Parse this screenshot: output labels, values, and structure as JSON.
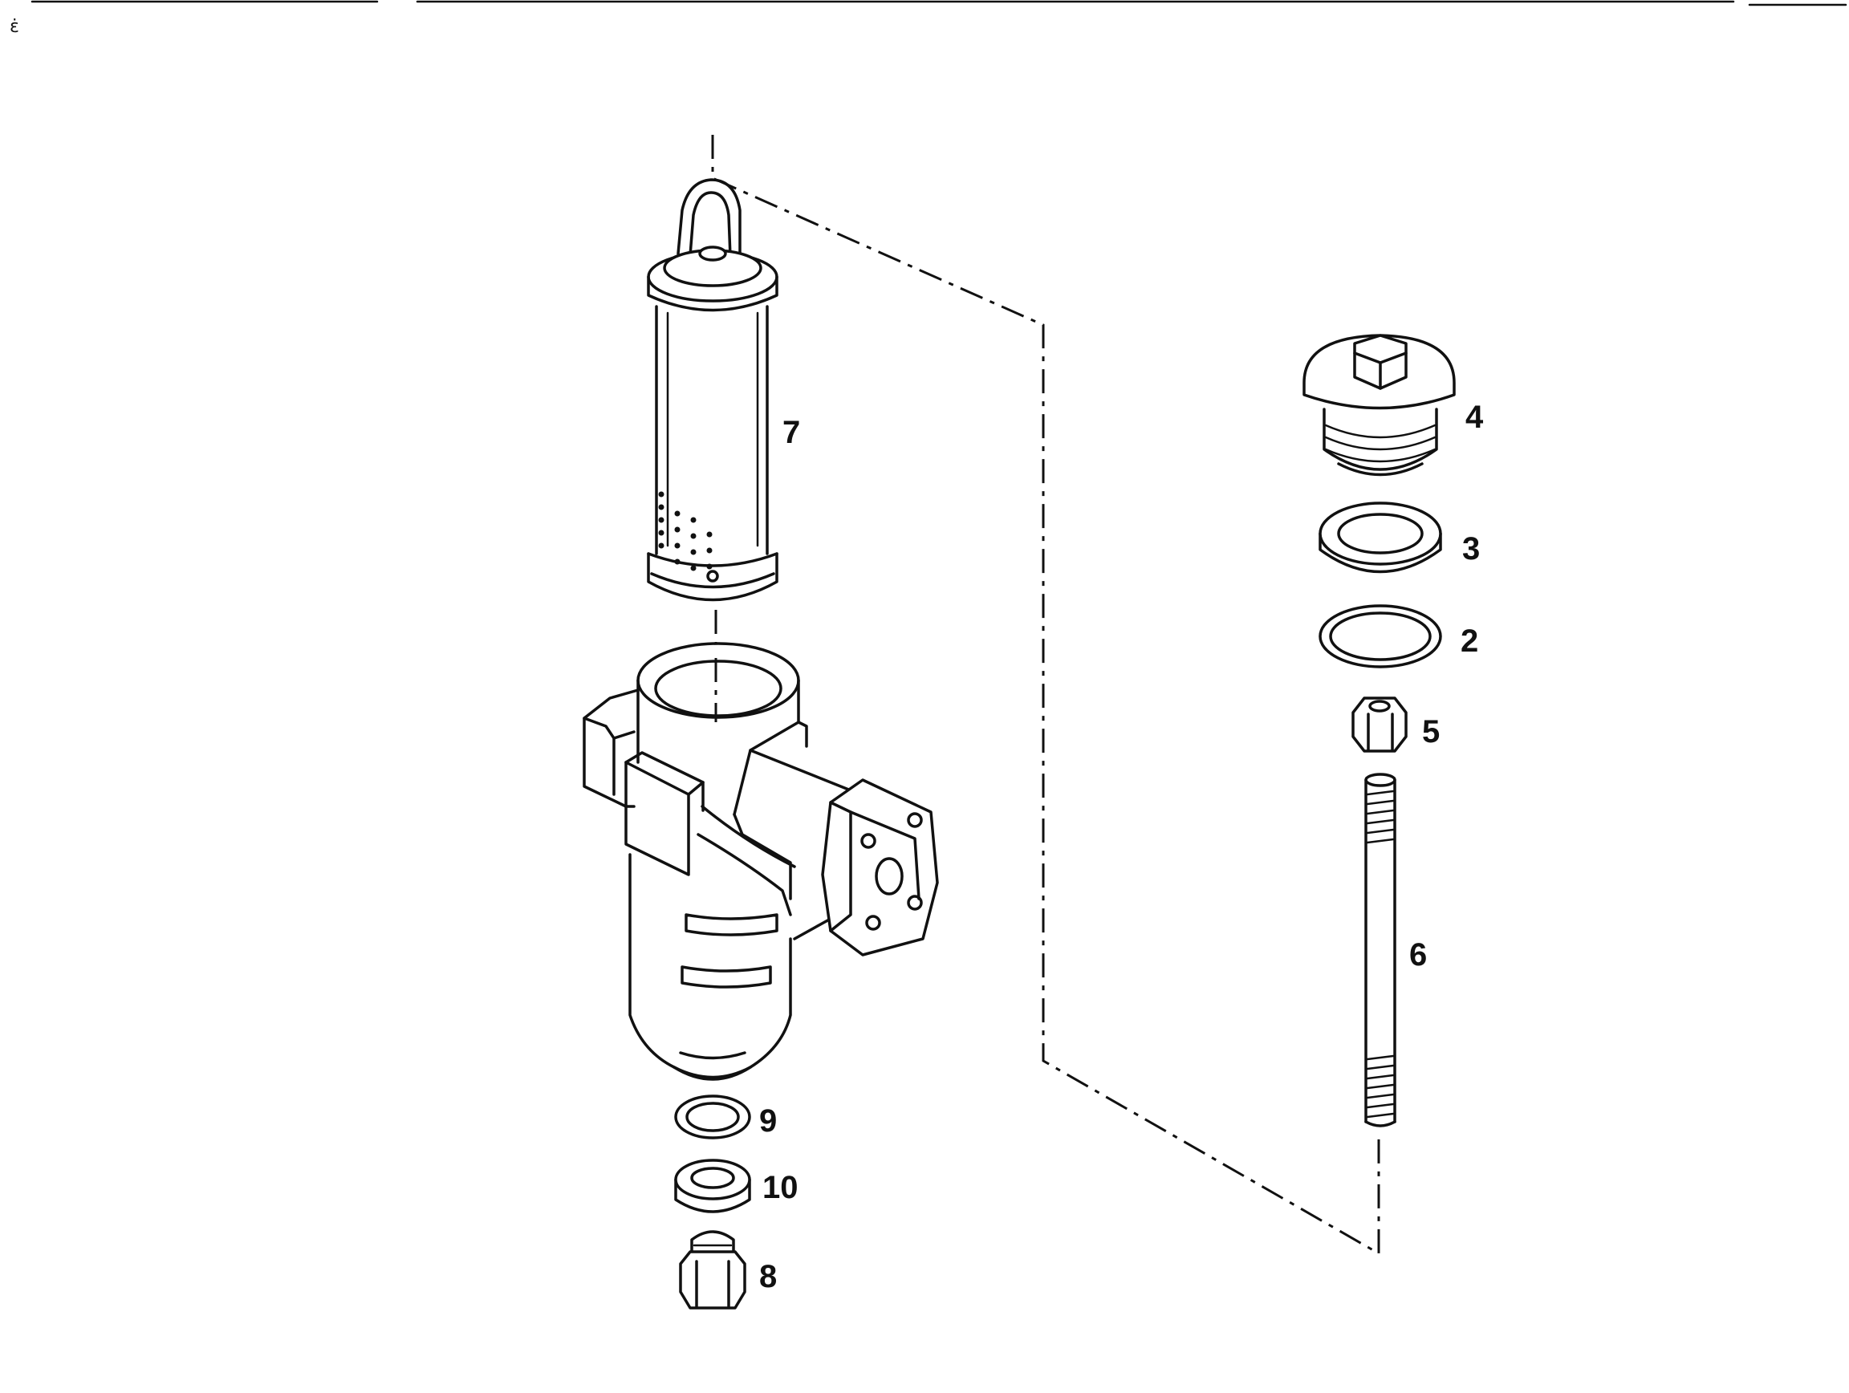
{
  "parts": [
    {
      "id": "part-1-mark",
      "label": ""
    },
    {
      "id": "part-2",
      "label": "2"
    },
    {
      "id": "part-3",
      "label": "3"
    },
    {
      "id": "part-4",
      "label": "4"
    },
    {
      "id": "part-5",
      "label": "5"
    },
    {
      "id": "part-6",
      "label": "6"
    },
    {
      "id": "part-7",
      "label": "7"
    },
    {
      "id": "part-8",
      "label": "8"
    },
    {
      "id": "part-9",
      "label": "9"
    },
    {
      "id": "part-10",
      "label": "10"
    }
  ],
  "corner_mark": "ɛ̇"
}
